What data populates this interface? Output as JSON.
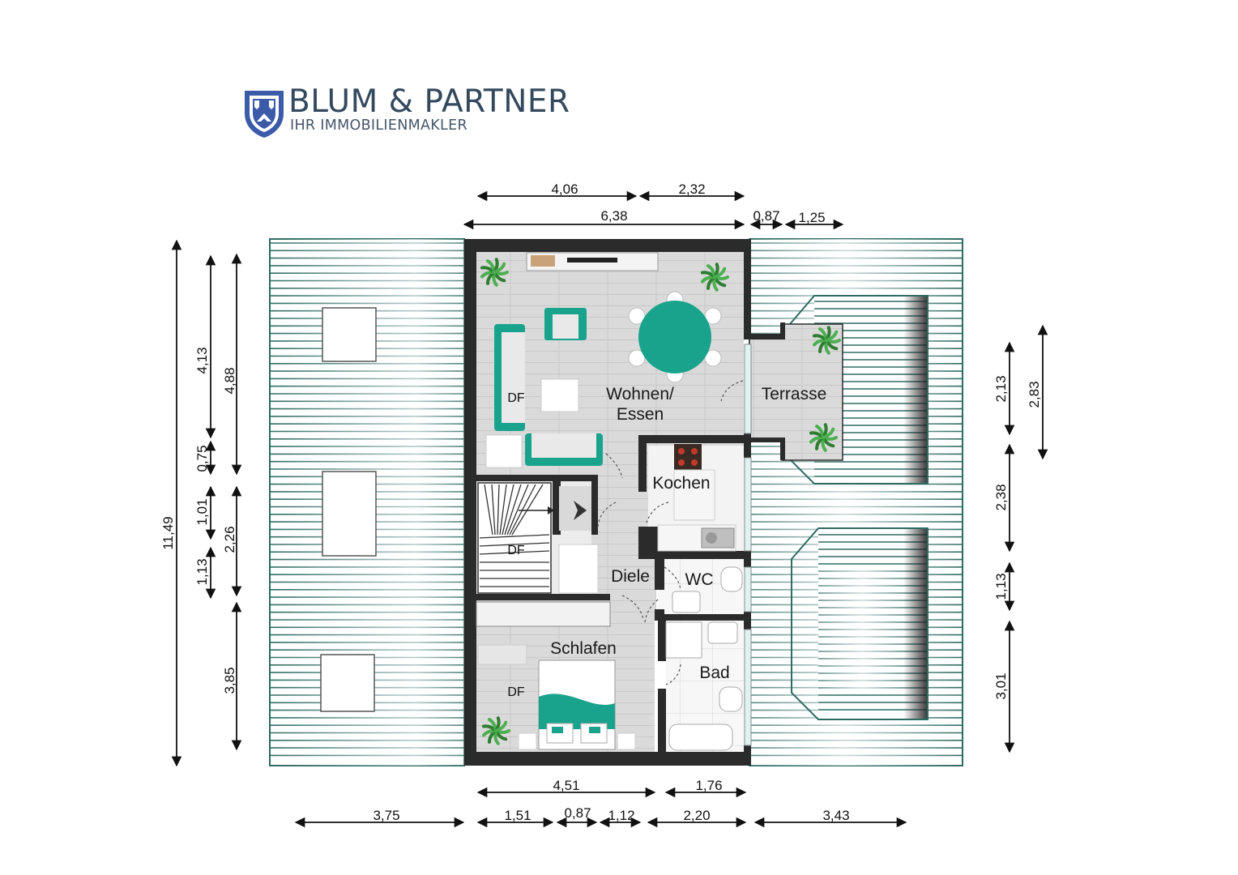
{
  "brand": {
    "name": "BLUM & PARTNER",
    "tagline": "IHR IMMOBILIENMAKLER"
  },
  "colors": {
    "accent": "#1aa38c",
    "wall": "#2b2b2b",
    "roof_line": "#2e6b63",
    "brand_blue": "#3b5ba9",
    "text": "#34495e"
  },
  "rooms": {
    "wohnen": "Wohnen/",
    "essen": "Essen",
    "terrasse": "Terrasse",
    "kochen": "Kochen",
    "diele": "Diele",
    "wc": "WC",
    "schlafen": "Schlafen",
    "bad": "Bad"
  },
  "markers": {
    "df": "DF"
  },
  "dimensions": {
    "top_row1": [
      "4,06",
      "2,32"
    ],
    "top_row2": [
      "6,38",
      "0,87",
      "1,25"
    ],
    "left_total": "11,49",
    "left_inner": [
      "4,13",
      "0,75",
      "1,01",
      "1,13"
    ],
    "left_outer": [
      "4,88",
      "2,26",
      "3,85"
    ],
    "right_inner": [
      "2,13",
      "2,38",
      "1,13",
      "3,01"
    ],
    "right_outer": "2,83",
    "bottom_row1": [
      "4,51",
      "1,76"
    ],
    "bottom_row2": [
      "3,75",
      "1,51",
      "0,87",
      "1,12",
      "2,20",
      "3,43"
    ]
  },
  "icons": [
    "shield-icon",
    "plant-icon",
    "stair-arrow-icon",
    "stove-icon",
    "sink-icon",
    "toilet-icon",
    "bathtub-icon",
    "bed-icon"
  ]
}
